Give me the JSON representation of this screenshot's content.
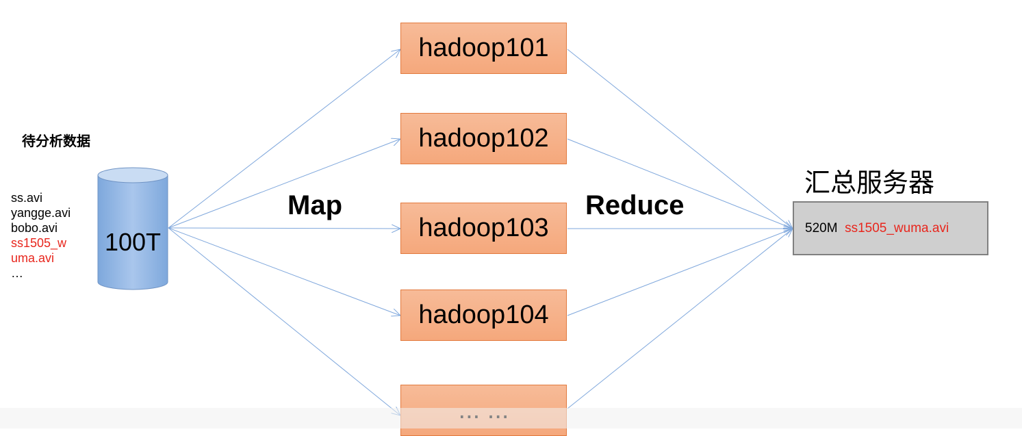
{
  "source": {
    "title": "待分析数据",
    "files": [
      {
        "text": "ss.avi",
        "highlight": false
      },
      {
        "text": "yangge.avi",
        "highlight": false
      },
      {
        "text": "bobo.avi",
        "highlight": false
      },
      {
        "text": "ss1505_w",
        "highlight": true
      },
      {
        "text": "uma.avi",
        "highlight": true
      },
      {
        "text": "…",
        "highlight": false
      }
    ],
    "size_label": "100T"
  },
  "phases": {
    "map": "Map",
    "reduce": "Reduce"
  },
  "nodes": [
    "hadoop101",
    "hadoop102",
    "hadoop103",
    "hadoop104",
    "... ..."
  ],
  "server": {
    "title": "汇总服务器",
    "size": "520M",
    "file": "ss1505_wuma.avi"
  },
  "colors": {
    "node_fill": "#f5a87c",
    "node_border": "#e2793d",
    "cylinder": "#8fb4e3",
    "arrow": "#7fa7dc",
    "highlight_text": "#e8261d",
    "server_fill": "#cfcfcf"
  }
}
